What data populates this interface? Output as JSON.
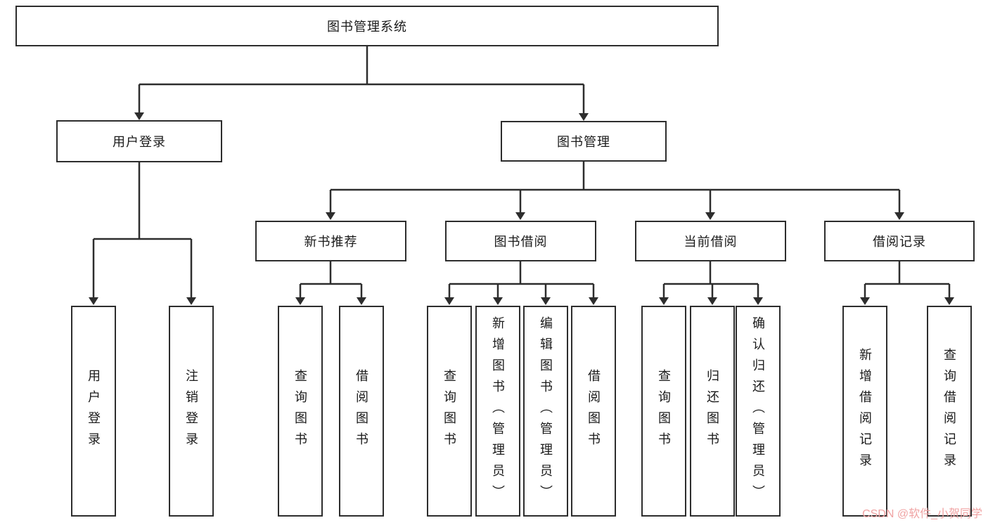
{
  "diagram": {
    "root": {
      "label": "图书管理系统"
    },
    "level2": [
      {
        "label": "用户登录"
      },
      {
        "label": "图书管理"
      }
    ],
    "level3": [
      {
        "label": "新书推荐"
      },
      {
        "label": "图书借阅"
      },
      {
        "label": "当前借阅"
      },
      {
        "label": "借阅记录"
      }
    ],
    "leaves": [
      {
        "label": "用户登录"
      },
      {
        "label": "注销登录"
      },
      {
        "label": "查询图书"
      },
      {
        "label": "借阅图书"
      },
      {
        "label": "查询图书"
      },
      {
        "label": "新增图书（管理员）"
      },
      {
        "label": "编辑图书（管理员）"
      },
      {
        "label": "借阅图书"
      },
      {
        "label": "查询图书"
      },
      {
        "label": "归还图书"
      },
      {
        "label": "确认归还（管理员）"
      },
      {
        "label": "新增借阅记录"
      },
      {
        "label": "查询借阅记录"
      }
    ]
  },
  "colors": {
    "line": "#2d2d2d",
    "border": "#2d2d2d",
    "watermark": "#f0a3a3"
  },
  "watermark": "CSDN @软件_小贺同学"
}
